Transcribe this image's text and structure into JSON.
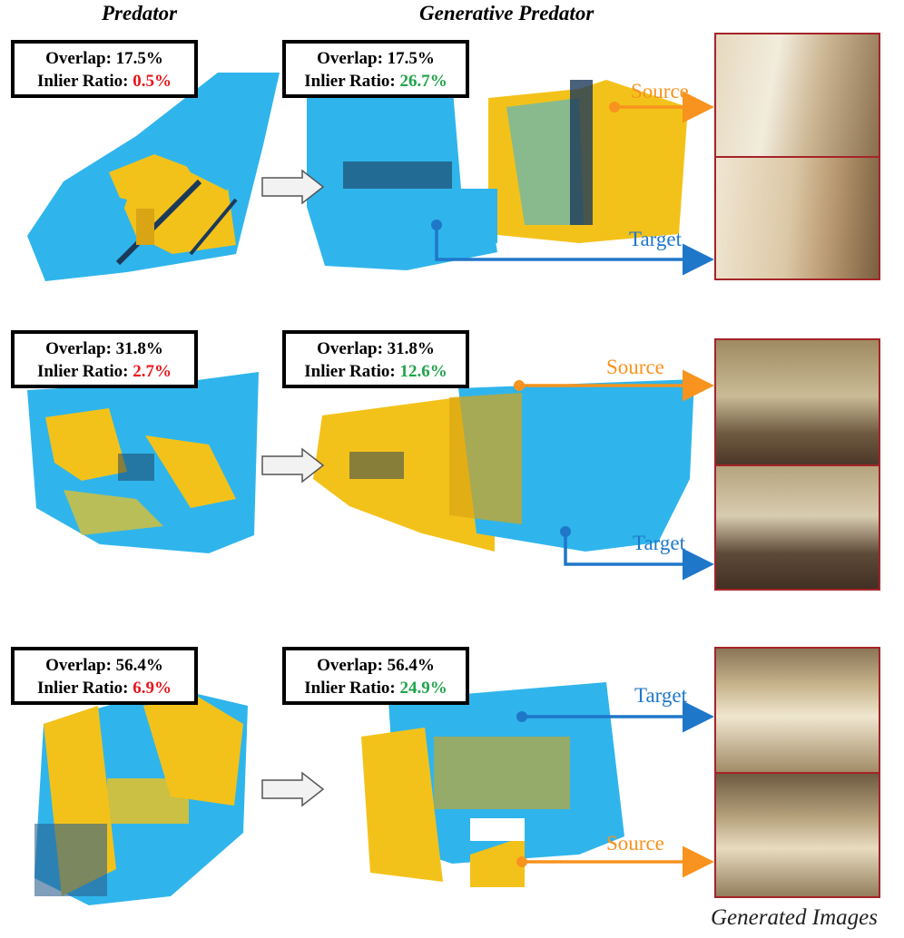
{
  "columns": {
    "left_title": "Predator",
    "right_title": "Generative Predator"
  },
  "footer": "Generated Images",
  "rows": [
    {
      "left": {
        "overlap": "Overlap: 17.5%",
        "inlier_label": "Inlier Ratio: ",
        "inlier_value": "0.5%"
      },
      "right": {
        "overlap": "Overlap: 17.5%",
        "inlier_label": "Inlier Ratio: ",
        "inlier_value": "26.7%"
      },
      "label_top": "Source",
      "label_bottom": "Target"
    },
    {
      "left": {
        "overlap": "Overlap: 31.8%",
        "inlier_label": "Inlier Ratio: ",
        "inlier_value": "2.7%"
      },
      "right": {
        "overlap": "Overlap: 31.8%",
        "inlier_label": "Inlier Ratio: ",
        "inlier_value": "12.6%"
      },
      "label_top": "Source",
      "label_bottom": "Target"
    },
    {
      "left": {
        "overlap": "Overlap: 56.4%",
        "inlier_label": "Inlier Ratio: ",
        "inlier_value": "6.9%"
      },
      "right": {
        "overlap": "Overlap: 56.4%",
        "inlier_label": "Inlier Ratio: ",
        "inlier_value": "24.9%"
      },
      "label_top": "Target",
      "label_bottom": "Source"
    }
  ],
  "colors": {
    "source": "#f7931e",
    "target": "#1f77c9",
    "cloud_blue": "#2fb5ec",
    "cloud_yellow": "#f3c21a",
    "bad": "#e8161b",
    "good": "#1fa34a",
    "photo_border": "#a52428"
  }
}
